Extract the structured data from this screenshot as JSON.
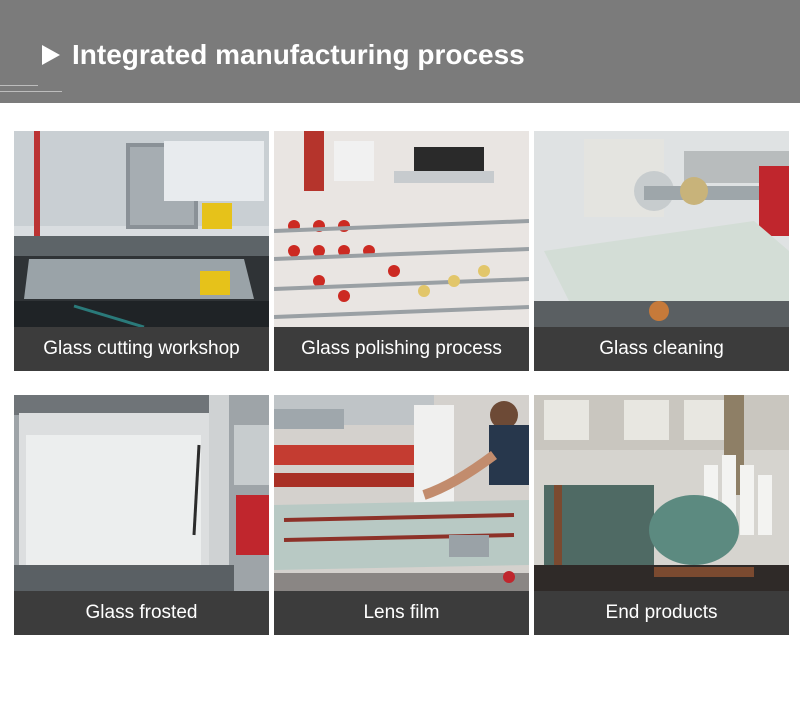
{
  "header": {
    "title": "Integrated manufacturing process",
    "background_color": "#7b7b7b",
    "arrow_icon": "play-triangle-icon"
  },
  "tiles": [
    {
      "caption": "Glass cutting workshop",
      "image": "glass cutting machine workshop photo"
    },
    {
      "caption": "Glass polishing process",
      "image": "glass polishing rollers and suction cups photo"
    },
    {
      "caption": "Glass cleaning",
      "image": "glass cleaning machine photo"
    },
    {
      "caption": "Glass frosted",
      "image": "frosted glass panel on rack photo"
    },
    {
      "caption": "Lens film",
      "image": "worker applying lens film photo"
    },
    {
      "caption": "End products",
      "image": "warehouse of finished glass products photo"
    }
  ],
  "colors": {
    "caption_bar": "#3c3c3c",
    "caption_text": "#ffffff"
  }
}
